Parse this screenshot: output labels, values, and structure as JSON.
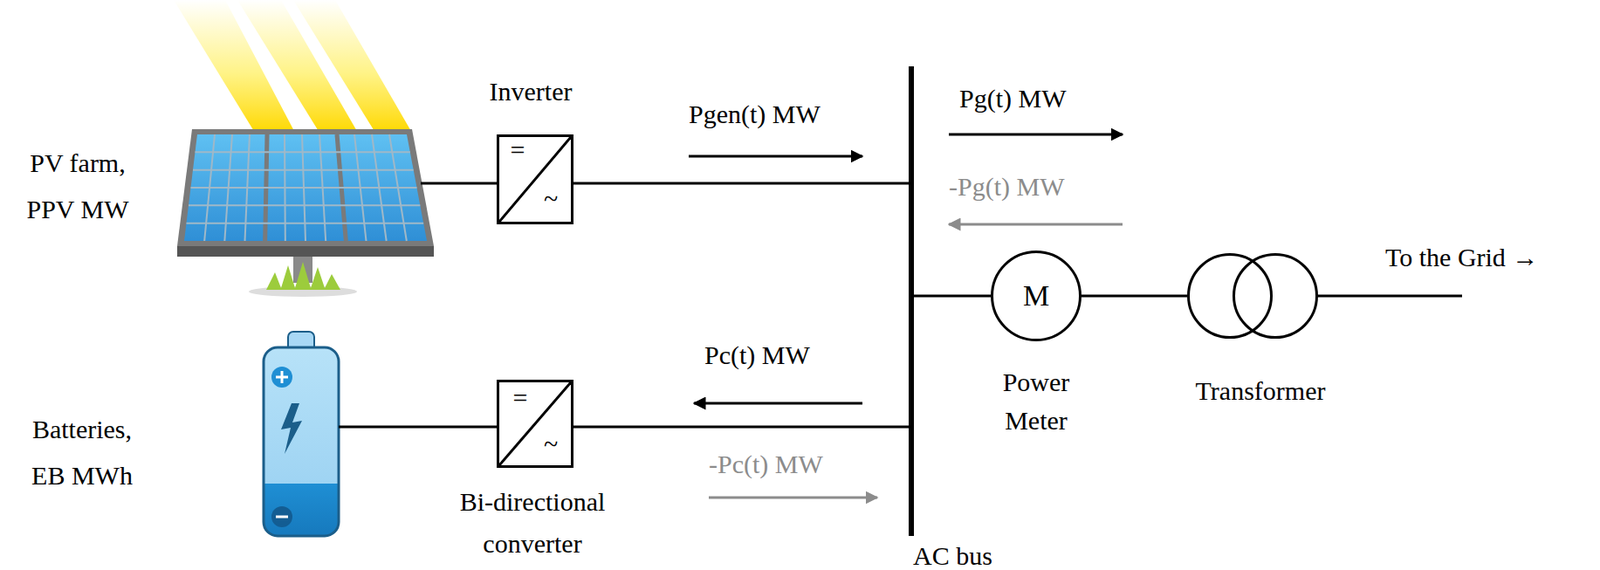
{
  "diagram": {
    "nodes": [
      {
        "text": [
          "PV farm, PPV MW"
        ]
      },
      {
        "text": [
          "Inverter",
          "=",
          "~"
        ]
      },
      {
        "text": [
          "AC bus"
        ]
      },
      {
        "text": [
          "M",
          "Power Meter"
        ]
      },
      {
        "text": [
          "Transformer"
        ]
      },
      {
        "text": [
          "Batteries, EB MWh"
        ]
      },
      {
        "text": [
          "Bi-directional converter",
          "=",
          "~"
        ]
      }
    ],
    "edges": [
      {
        "from": 0,
        "to": 1,
        "arrow": "none"
      },
      {
        "from": 1,
        "to": 2,
        "arrow": "none"
      },
      {
        "from": 2,
        "to": 3,
        "arrow": "none"
      },
      {
        "from": 3,
        "to": 4,
        "arrow": "none"
      },
      {
        "from": 5,
        "to": 6,
        "arrow": "none"
      },
      {
        "from": 6,
        "to": 2,
        "arrow": "none"
      }
    ],
    "labels": [
      "Pgen(t) MW",
      "Pg(t) MW",
      "-Pg(t) MW",
      "Pc(t) MW",
      "-Pc(t) MW",
      "To the Grid →"
    ]
  }
}
